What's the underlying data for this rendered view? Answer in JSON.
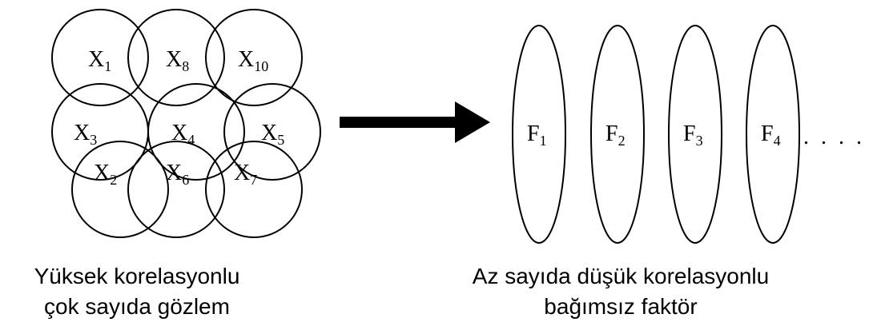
{
  "left_group": {
    "variables": [
      {
        "base": "X",
        "sub": "1"
      },
      {
        "base": "X",
        "sub": "8"
      },
      {
        "base": "X",
        "sub": "10"
      },
      {
        "base": "X",
        "sub": "3"
      },
      {
        "base": "X",
        "sub": "4"
      },
      {
        "base": "X",
        "sub": "5"
      },
      {
        "base": "X",
        "sub": "2"
      },
      {
        "base": "X",
        "sub": "6"
      },
      {
        "base": "X",
        "sub": "7"
      }
    ],
    "caption_line1": "Yüksek korelasyonlu",
    "caption_line2": "çok sayıda gözlem"
  },
  "right_group": {
    "factors": [
      {
        "base": "F",
        "sub": "1"
      },
      {
        "base": "F",
        "sub": "2"
      },
      {
        "base": "F",
        "sub": "3"
      },
      {
        "base": "F",
        "sub": "4"
      }
    ],
    "continuation": ". . . . .",
    "caption_line1": "Az sayıda düşük korelasyonlu",
    "caption_line2": "bağımsız faktör"
  },
  "colors": {
    "stroke": "#000000",
    "background": "#ffffff"
  }
}
